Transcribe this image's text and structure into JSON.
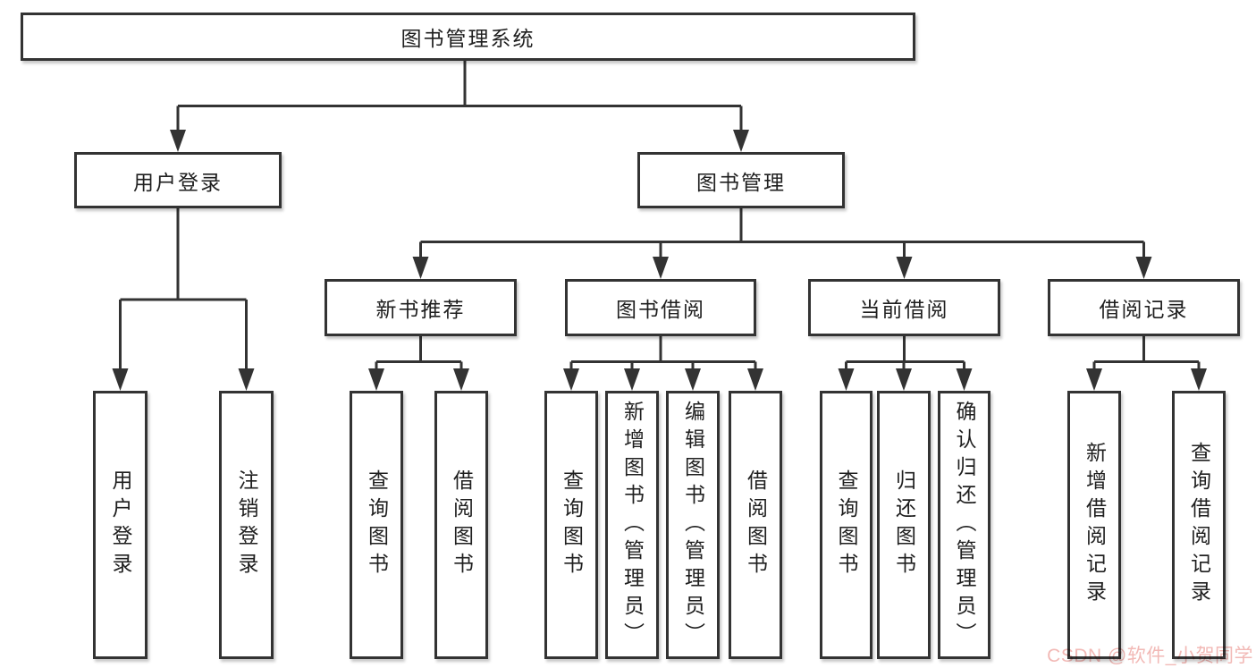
{
  "diagram": {
    "type": "hierarchy-tree",
    "title": "图书管理系统"
  },
  "tree": {
    "label": "图书管理系统",
    "children": [
      {
        "label": "用户登录",
        "children": [
          {
            "label": "用户登录"
          },
          {
            "label": "注销登录"
          }
        ]
      },
      {
        "label": "图书管理",
        "children": [
          {
            "label": "新书推荐",
            "children": [
              {
                "label": "查询图书"
              },
              {
                "label": "借阅图书"
              }
            ]
          },
          {
            "label": "图书借阅",
            "children": [
              {
                "label": "查询图书"
              },
              {
                "label": "新增图书（管理员）"
              },
              {
                "label": "编辑图书（管理员）"
              },
              {
                "label": "借阅图书"
              }
            ]
          },
          {
            "label": "当前借阅",
            "children": [
              {
                "label": "查询图书"
              },
              {
                "label": "归还图书"
              },
              {
                "label": "确认归还（管理员）"
              }
            ]
          },
          {
            "label": "借阅记录",
            "children": [
              {
                "label": "新增借阅记录"
              },
              {
                "label": "查询借阅记录"
              }
            ]
          }
        ]
      }
    ]
  },
  "watermark": {
    "text": "CSDN @软件_小贺同学",
    "color": "#f2b9b6"
  },
  "colors": {
    "line": "#333333",
    "text": "#1f1f1f",
    "box_background": "#ffffff",
    "page_background": "#ffffff"
  }
}
